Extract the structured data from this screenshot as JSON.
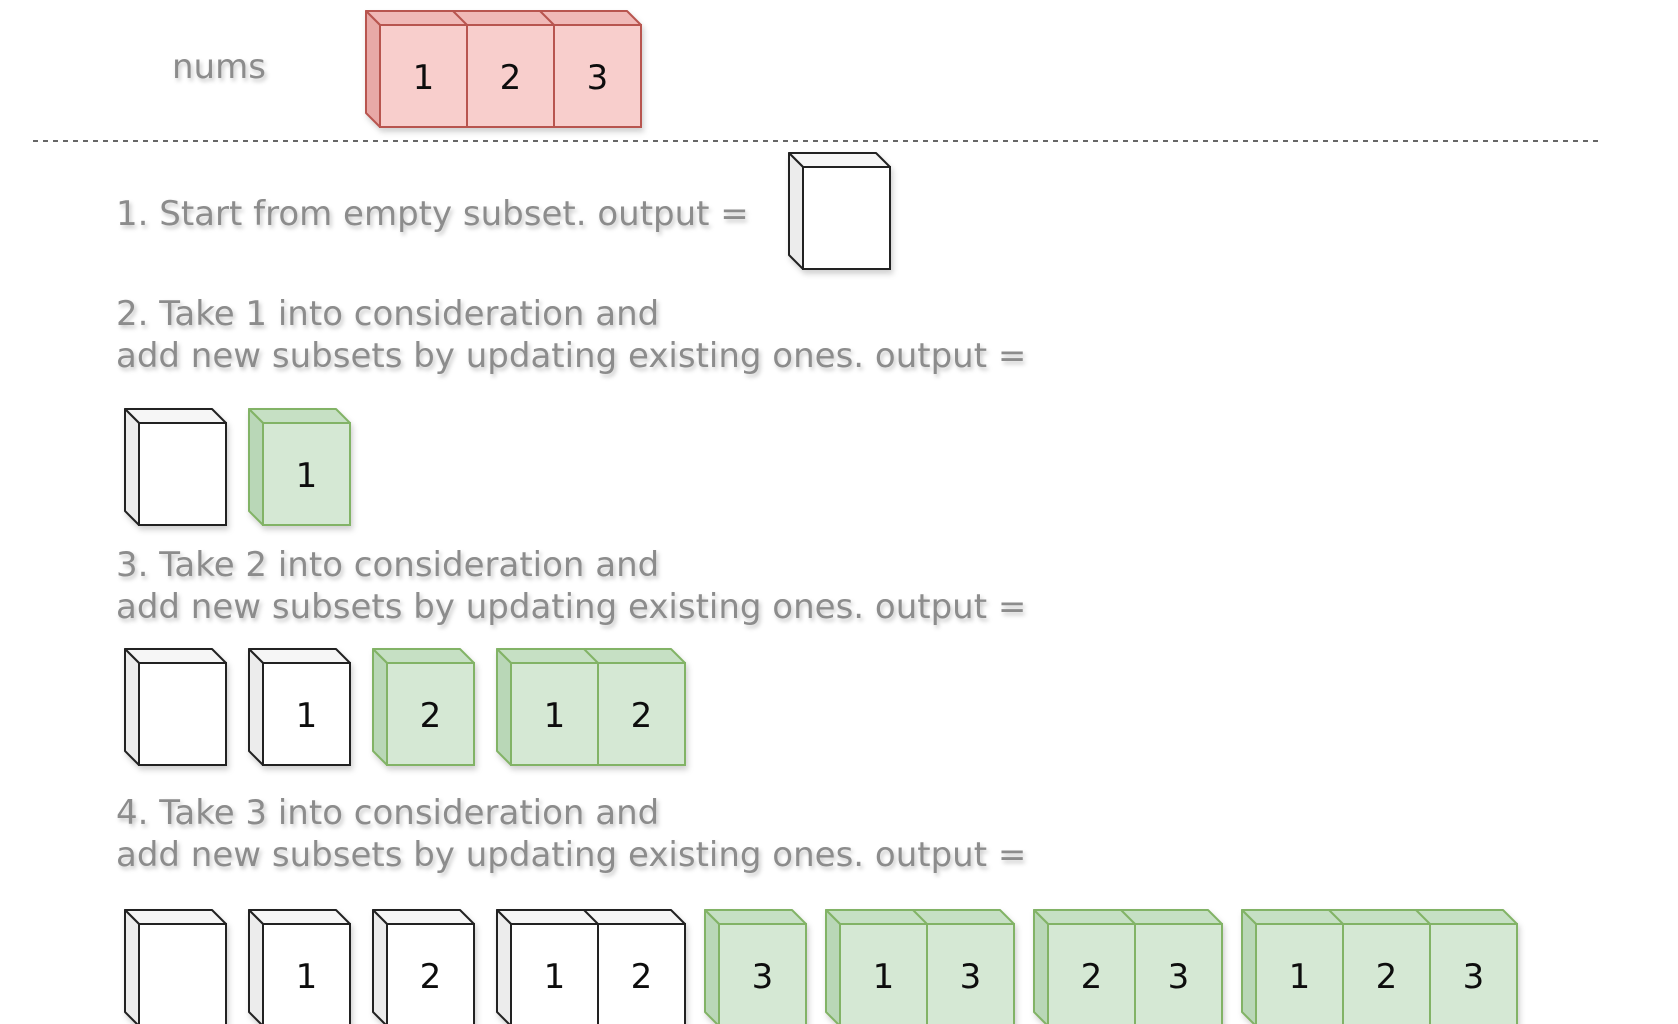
{
  "nums": {
    "label": "nums",
    "values": [
      "1",
      "2",
      "3"
    ]
  },
  "steps": [
    {
      "lines": [
        "1. Start from empty subset. output ="
      ],
      "subsets": [
        {
          "values": [],
          "new": false
        }
      ]
    },
    {
      "lines": [
        "2. Take 1 into consideration and",
        "add new subsets by updating existing ones. output ="
      ],
      "subsets": [
        {
          "values": [],
          "new": false
        },
        {
          "values": [
            "1"
          ],
          "new": true
        }
      ]
    },
    {
      "lines": [
        "3. Take 2 into consideration and",
        "add new subsets by updating existing ones. output ="
      ],
      "subsets": [
        {
          "values": [],
          "new": false
        },
        {
          "values": [
            "1"
          ],
          "new": false
        },
        {
          "values": [
            "2"
          ],
          "new": true
        },
        {
          "values": [
            "1",
            "2"
          ],
          "new": true
        }
      ]
    },
    {
      "lines": [
        "4. Take 3 into consideration and",
        "add new subsets by updating existing ones. output ="
      ],
      "subsets": [
        {
          "values": [],
          "new": false
        },
        {
          "values": [
            "1"
          ],
          "new": false
        },
        {
          "values": [
            "2"
          ],
          "new": false
        },
        {
          "values": [
            "1",
            "2"
          ],
          "new": false
        },
        {
          "values": [
            "3"
          ],
          "new": true
        },
        {
          "values": [
            "1",
            "3"
          ],
          "new": true
        },
        {
          "values": [
            "2",
            "3"
          ],
          "new": true
        },
        {
          "values": [
            "1",
            "2",
            "3"
          ],
          "new": true
        }
      ]
    }
  ],
  "colors": {
    "nums": {
      "face": "#f8cecc",
      "side": "#e8a9a7",
      "top": "#f0b9b7",
      "stroke": "#b85450"
    },
    "new": {
      "face": "#d5e8d4",
      "side": "#b9d7b7",
      "top": "#c6e0c4",
      "stroke": "#82b366"
    },
    "existing": {
      "face": "#ffffff",
      "side": "#ececec",
      "top": "#f6f6f6",
      "stroke": "#222222"
    },
    "text": "#8c8c8c",
    "divider": "#333333"
  }
}
